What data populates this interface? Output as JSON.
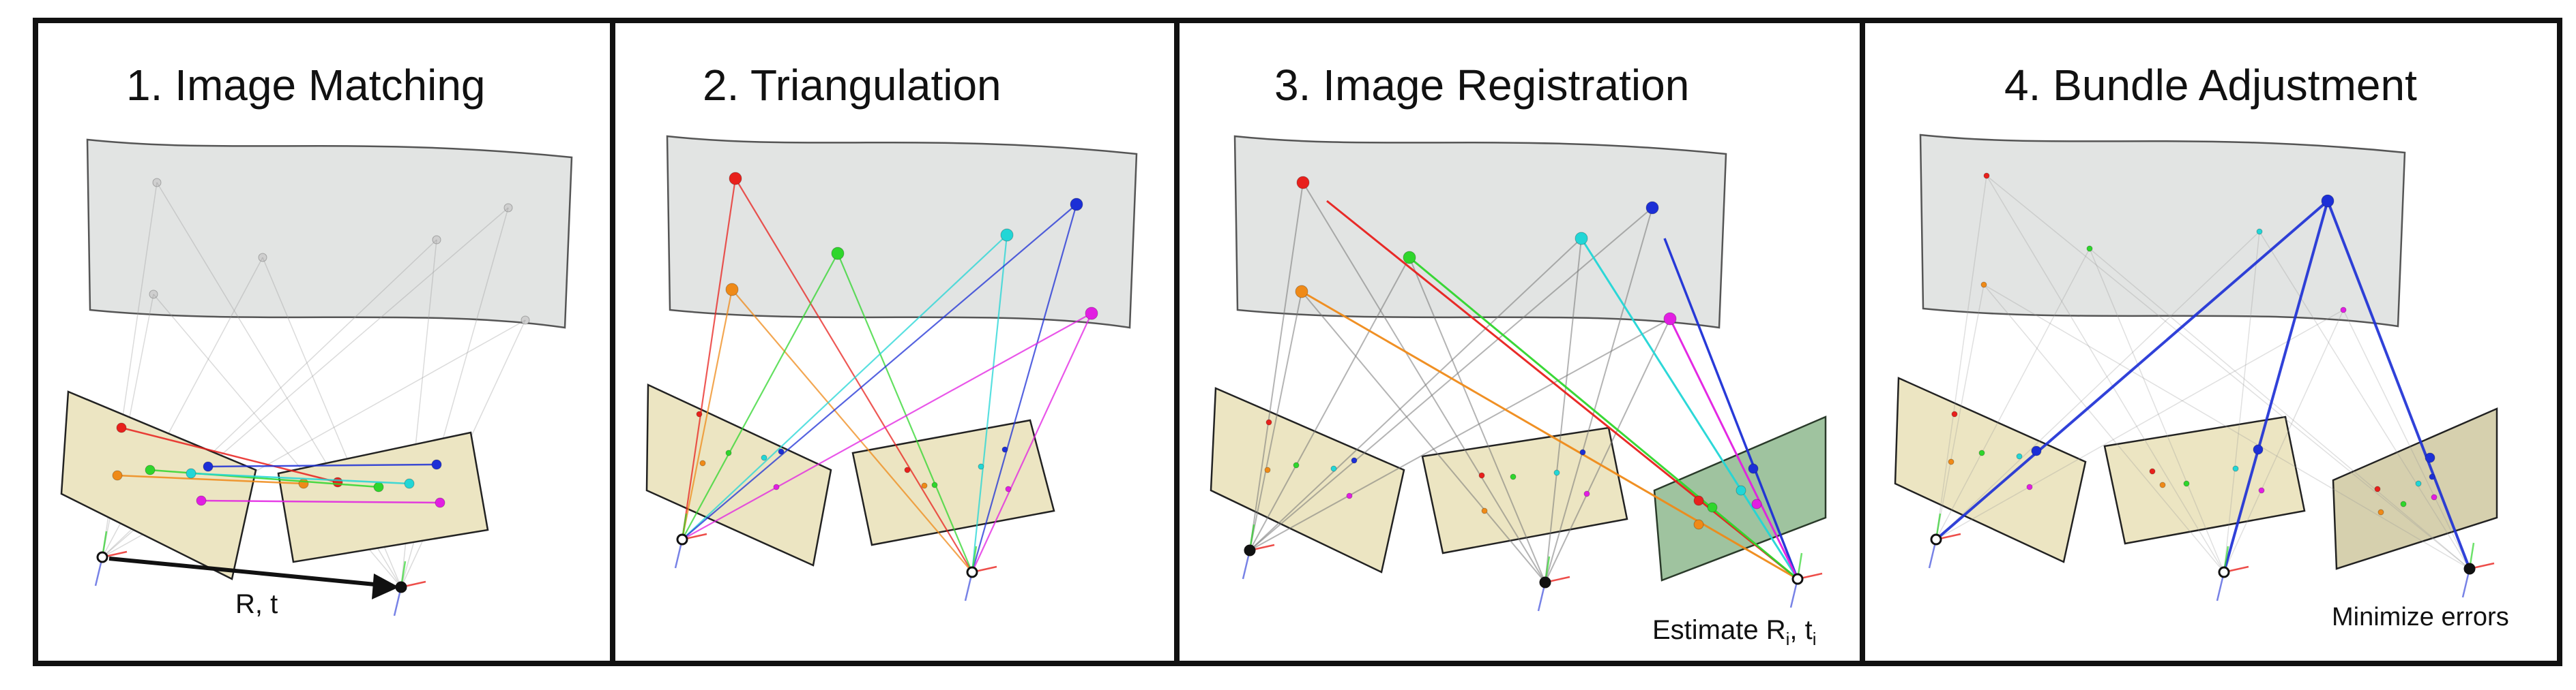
{
  "panels": [
    {
      "title": "1. Image Matching"
    },
    {
      "title": "2. Triangulation"
    },
    {
      "title": "3. Image Registration"
    },
    {
      "title": "4. Bundle Adjustment"
    }
  ],
  "annotations": {
    "relative_pose": "R, t",
    "estimate_prefix": "Estimate R",
    "estimate_sub1": "i",
    "estimate_mid": ", t",
    "estimate_sub2": "i",
    "minimize": "Minimize errors"
  },
  "colors": {
    "red": "#e8201c",
    "orange": "#ef8a18",
    "green": "#2fd62c",
    "cyan": "#22d6d6",
    "blue": "#1c2fd6",
    "magenta": "#e21ee2",
    "surface": "#e2e4e3",
    "image_plane": "#ece5c2",
    "registered_plane": "#9fc39f"
  }
}
